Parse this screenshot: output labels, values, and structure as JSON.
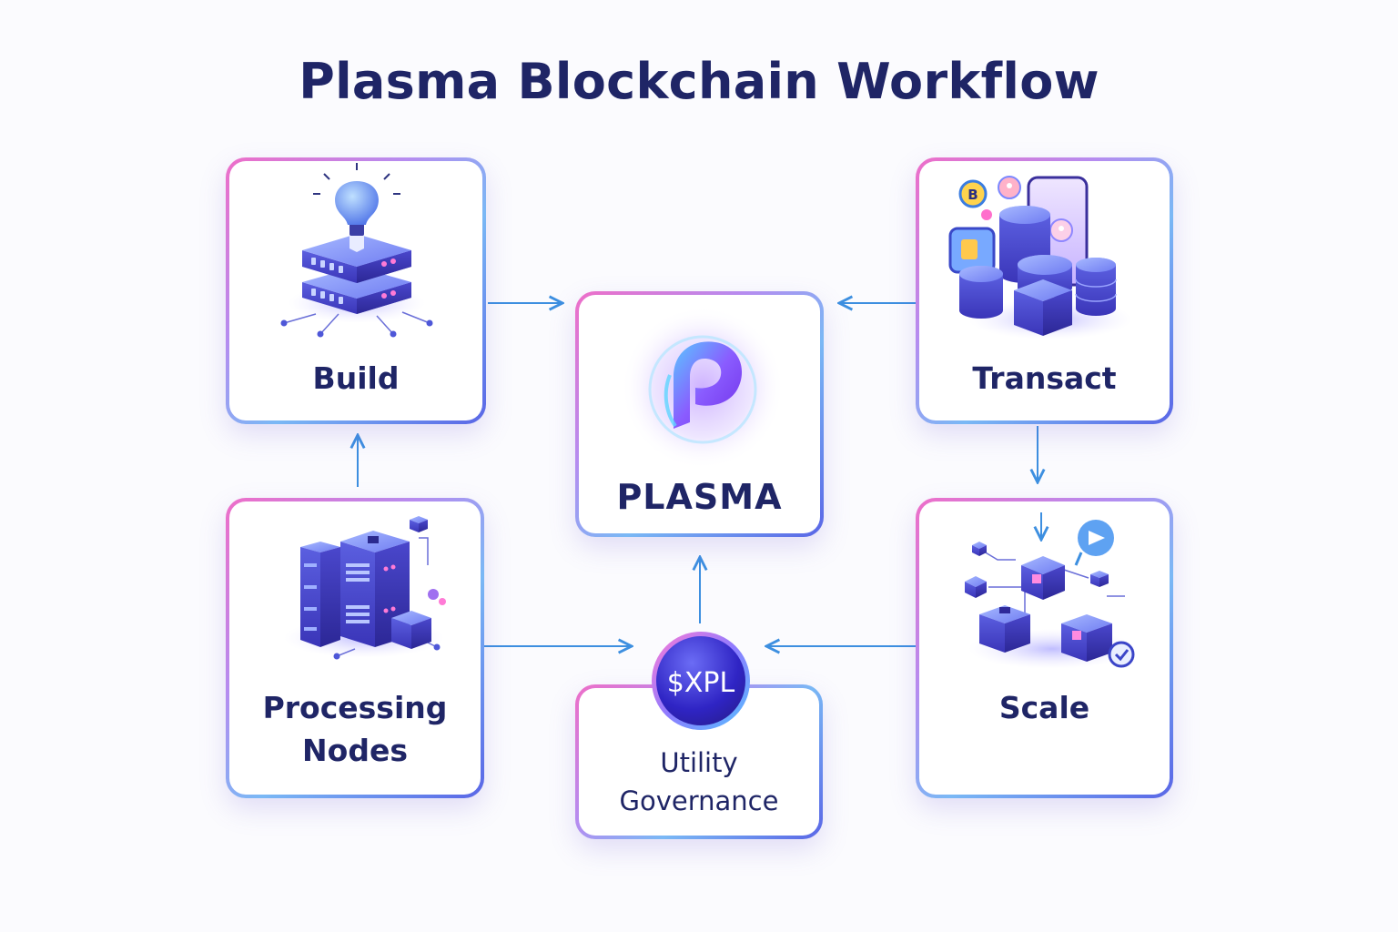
{
  "title": "Plasma Blockchain Workflow",
  "center": {
    "label": "PLASMA"
  },
  "nodes": {
    "build": {
      "label": "Build"
    },
    "transact": {
      "label": "Transact",
      "coin_label": "B"
    },
    "processing": {
      "label_line1": "Processing",
      "label_line2": "Nodes"
    },
    "scale": {
      "label": "Scale"
    },
    "token": {
      "badge": "$XPL",
      "label_line1": "Utility",
      "label_line2": "Governance"
    }
  },
  "colors": {
    "title": "#1f2566",
    "arrow": "#3d8fe0",
    "border_pink": "#ee6ec8",
    "border_blue": "#5a66e6",
    "cube": "#4a4fd6"
  },
  "edges": [
    {
      "from": "Build",
      "to": "PLASMA"
    },
    {
      "from": "Transact",
      "to": "PLASMA"
    },
    {
      "from": "Transact",
      "to": "Scale"
    },
    {
      "from": "Scale",
      "to": "$XPL"
    },
    {
      "from": "Processing Nodes",
      "to": "$XPL"
    },
    {
      "from": "Processing Nodes",
      "to": "Build"
    },
    {
      "from": "$XPL",
      "to": "PLASMA"
    }
  ]
}
